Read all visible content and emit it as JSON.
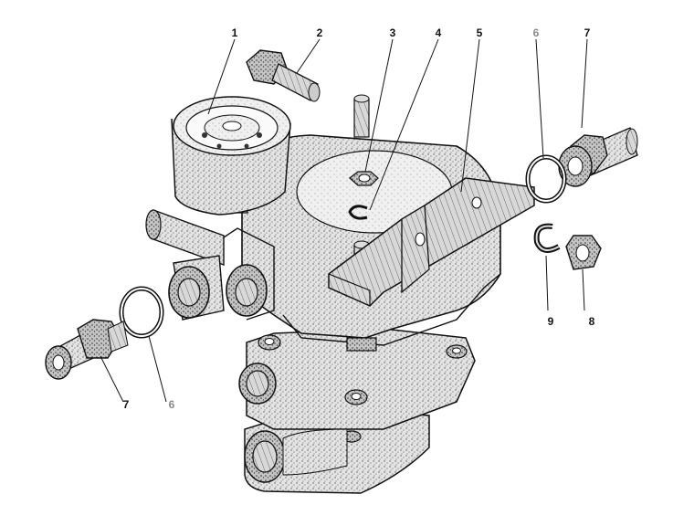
{
  "callouts": [
    {
      "id": "c1",
      "text": "1"
    },
    {
      "id": "c2",
      "text": "2"
    },
    {
      "id": "c3",
      "text": "3"
    },
    {
      "id": "c4",
      "text": "4"
    },
    {
      "id": "c5",
      "text": "5"
    },
    {
      "id": "c6a",
      "text": "6"
    },
    {
      "id": "c7a",
      "text": "7"
    },
    {
      "id": "c8",
      "text": "8"
    },
    {
      "id": "c9",
      "text": "9"
    },
    {
      "id": "c7b",
      "text": "7"
    },
    {
      "id": "c6b",
      "text": "6"
    }
  ],
  "colors": {
    "ink": "#111111",
    "muted_label": "#8a8a8a",
    "stipple": "#b8b8b8",
    "background": "#ffffff"
  }
}
